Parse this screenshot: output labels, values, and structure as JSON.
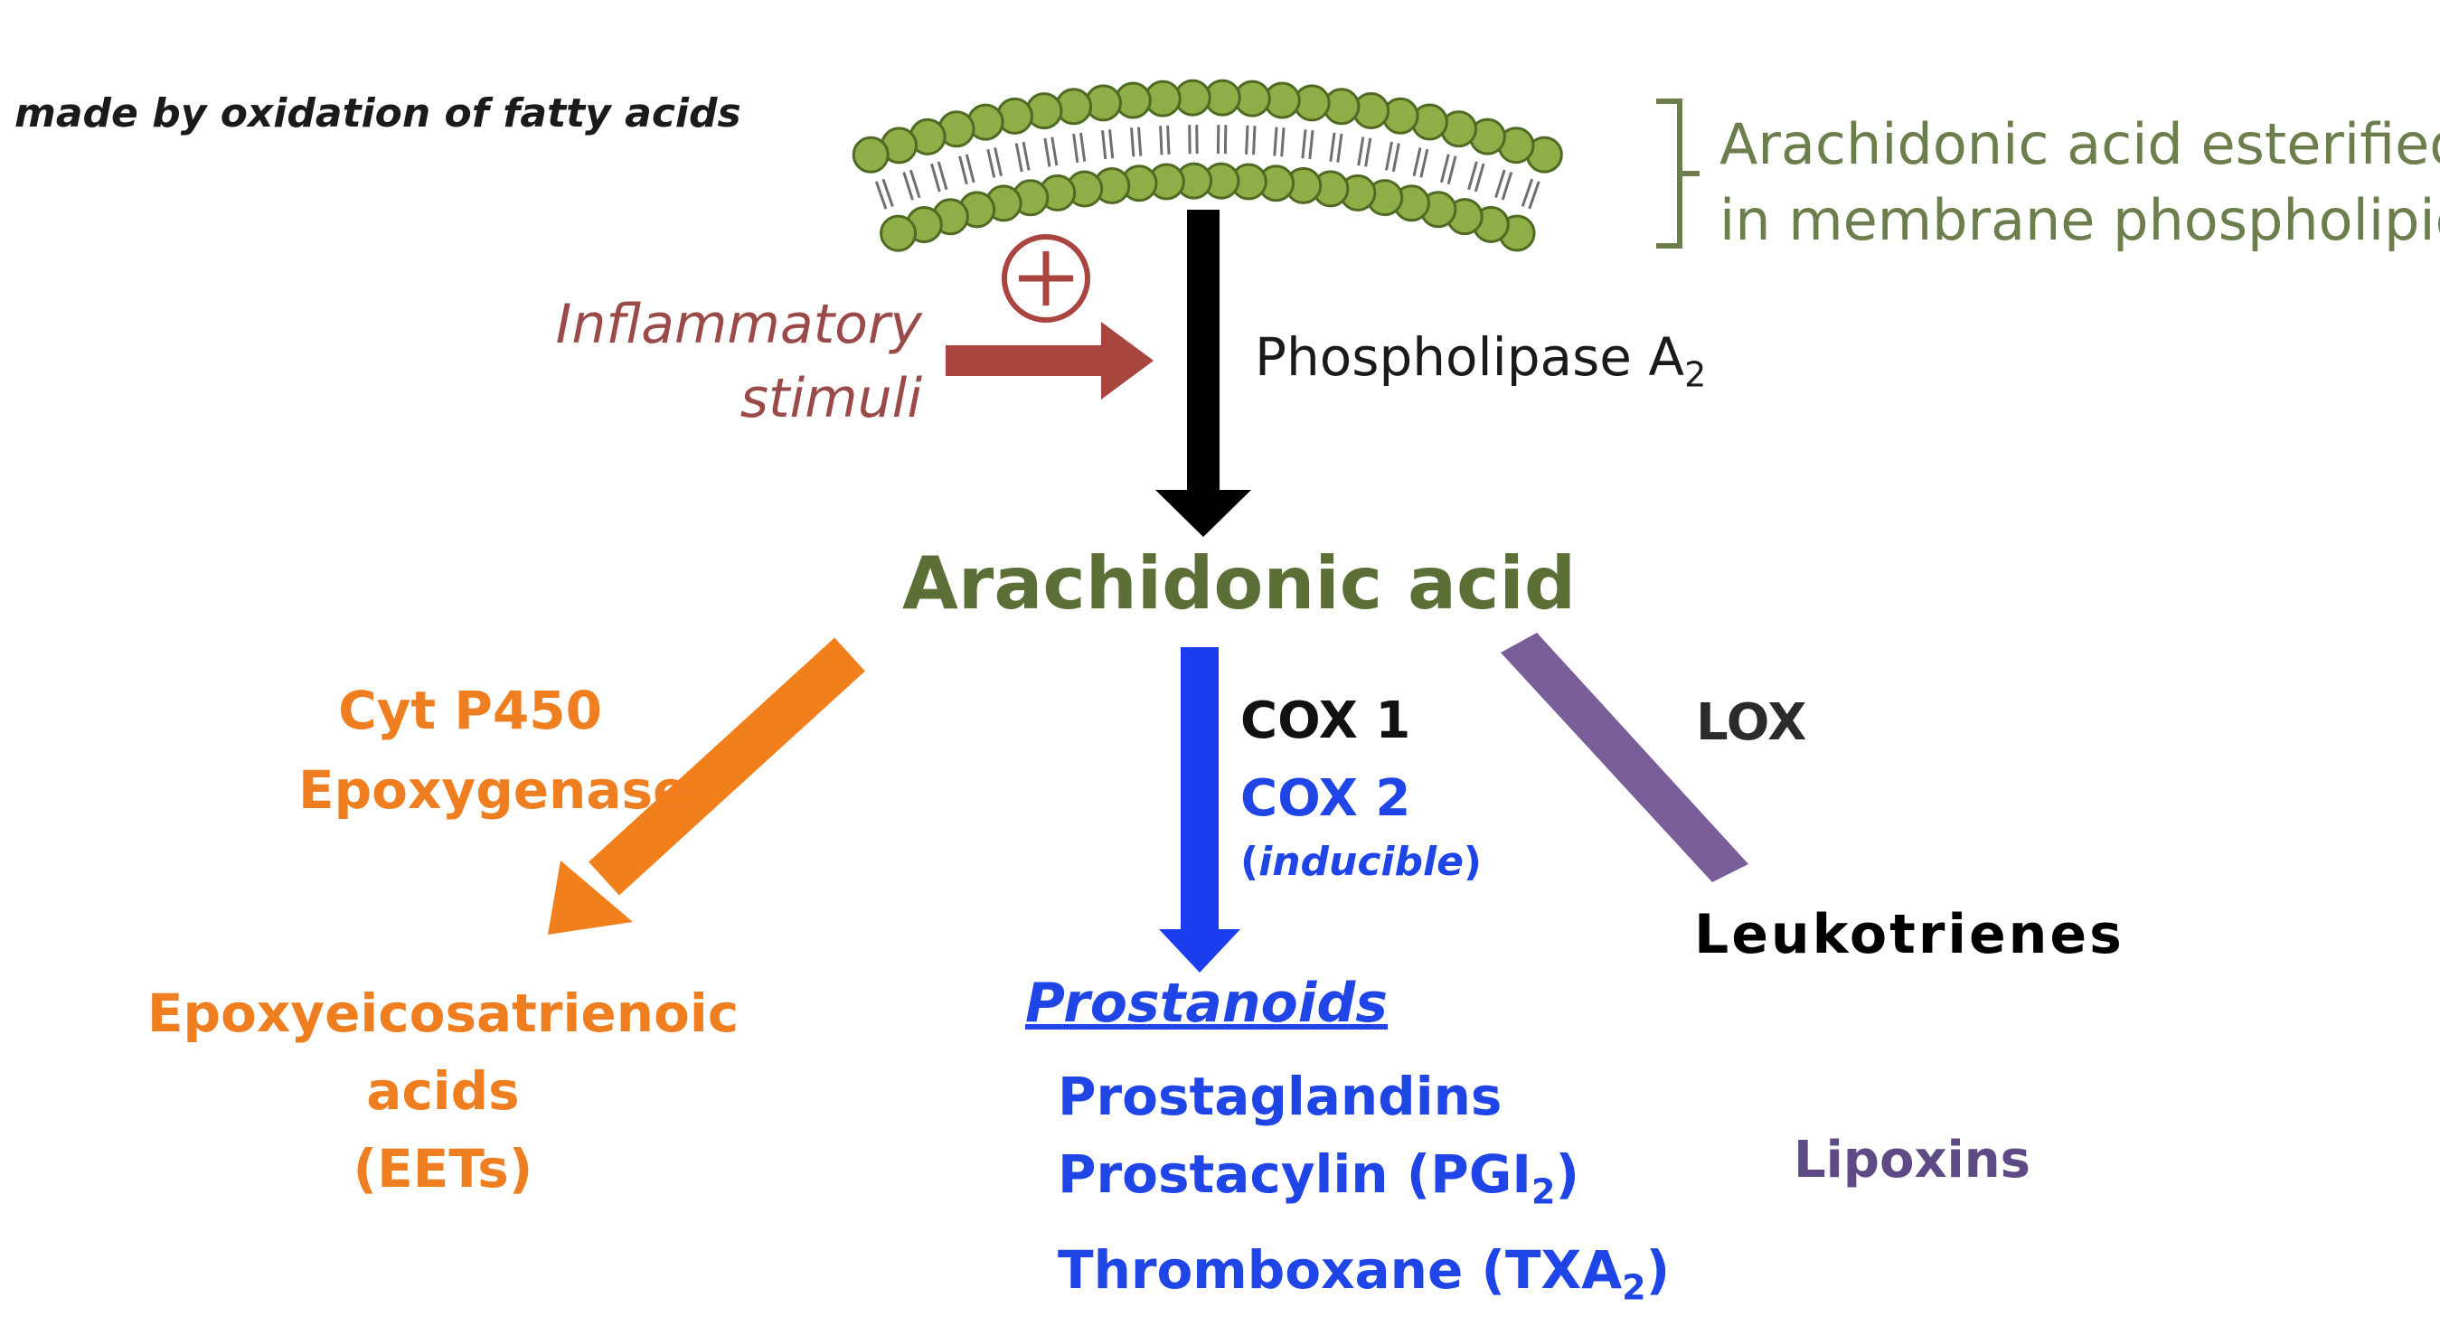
{
  "note": "made by oxidation of fatty acids",
  "membrane": {
    "label_line1": "Arachidonic acid esterified",
    "label_line2": "in membrane phospholipid",
    "head_color": "#8fae48",
    "tail_color": "#6f6f6f"
  },
  "stimulus": {
    "line1": "Inflammatory",
    "line2": "stimuli",
    "plus_symbol": "+",
    "color": "#a8453f"
  },
  "enzyme_pla2": {
    "text": "Phospholipase A",
    "subscript": "2"
  },
  "center": {
    "text": "Arachidonic acid",
    "color": "#5b6f36"
  },
  "left_branch": {
    "enzyme_line1": "Cyt P450",
    "enzyme_line2": "Epoxygenase",
    "product_line1": "Epoxyeicosatrienoic acids",
    "product_line2": "(EETs)",
    "color": "#f07f1c"
  },
  "middle_branch": {
    "enzyme1": "COX 1",
    "enzyme2": "COX 2",
    "enzyme2_note_open": "(",
    "enzyme2_note": "inducible",
    "enzyme2_note_close": ")",
    "product_group": "Prostanoids",
    "products": [
      {
        "text": "Prostaglandins",
        "sub": "",
        "tail": ""
      },
      {
        "text": "Prostacylin (PGI",
        "sub": "2",
        "tail": ")"
      },
      {
        "text": "Thromboxane (TXA",
        "sub": "2",
        "tail": ")"
      }
    ],
    "color": "#1a3df0"
  },
  "right_branch": {
    "enzyme": "LOX",
    "product1": "Leukotrienes",
    "product2": "Lipoxins",
    "color": "#7a5e9a"
  }
}
